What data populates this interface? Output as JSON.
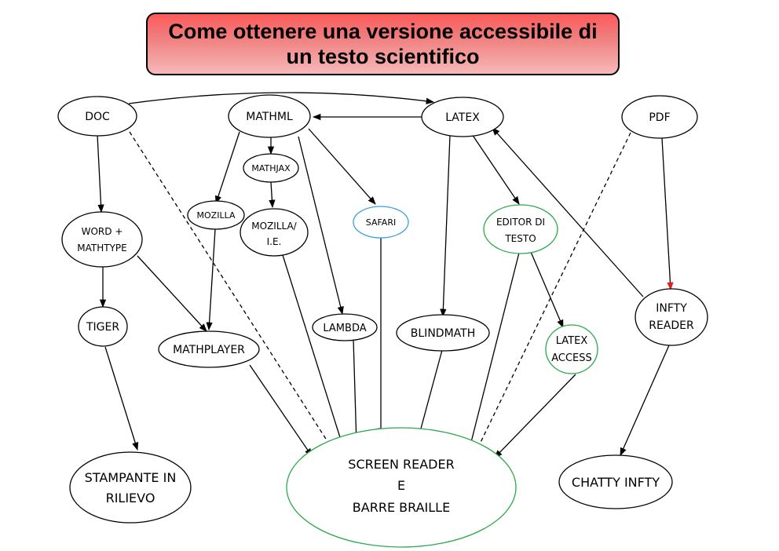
{
  "title": "Come ottenere una versione accessibile di un testo scientifico",
  "colors": {
    "title_fill": "#f07a7a",
    "node_border": "#000000",
    "safari_border": "#3aa0e0",
    "green_border": "#2aa84a",
    "pdf_infty_edge": "#e02020"
  },
  "nodes": {
    "doc": "DOC",
    "mathml": "MATHML",
    "latex": "LATEX",
    "pdf": "PDF",
    "mathjax": "MATHJAX",
    "mozilla": "MOZILLA",
    "mozilla_ie": [
      "MOZILLA/",
      "I.E."
    ],
    "safari": "SAFARI",
    "editor": [
      "EDITOR DI",
      "TESTO"
    ],
    "word": [
      "WORD +",
      "MATHTYPE"
    ],
    "tiger": "TIGER",
    "mathplayer": "MATHPLAYER",
    "lambda": "LAMBDA",
    "blindmath": "BLINDMATH",
    "latex_access": [
      "LATEX",
      "ACCESS"
    ],
    "infty_reader": [
      "INFTY",
      "READER"
    ],
    "stampante": [
      "STAMPANTE IN",
      "RILIEVO"
    ],
    "screen_reader": [
      "SCREEN READER",
      "E",
      "BARRE BRAILLE"
    ],
    "chatty": "CHATTY INFTY"
  }
}
